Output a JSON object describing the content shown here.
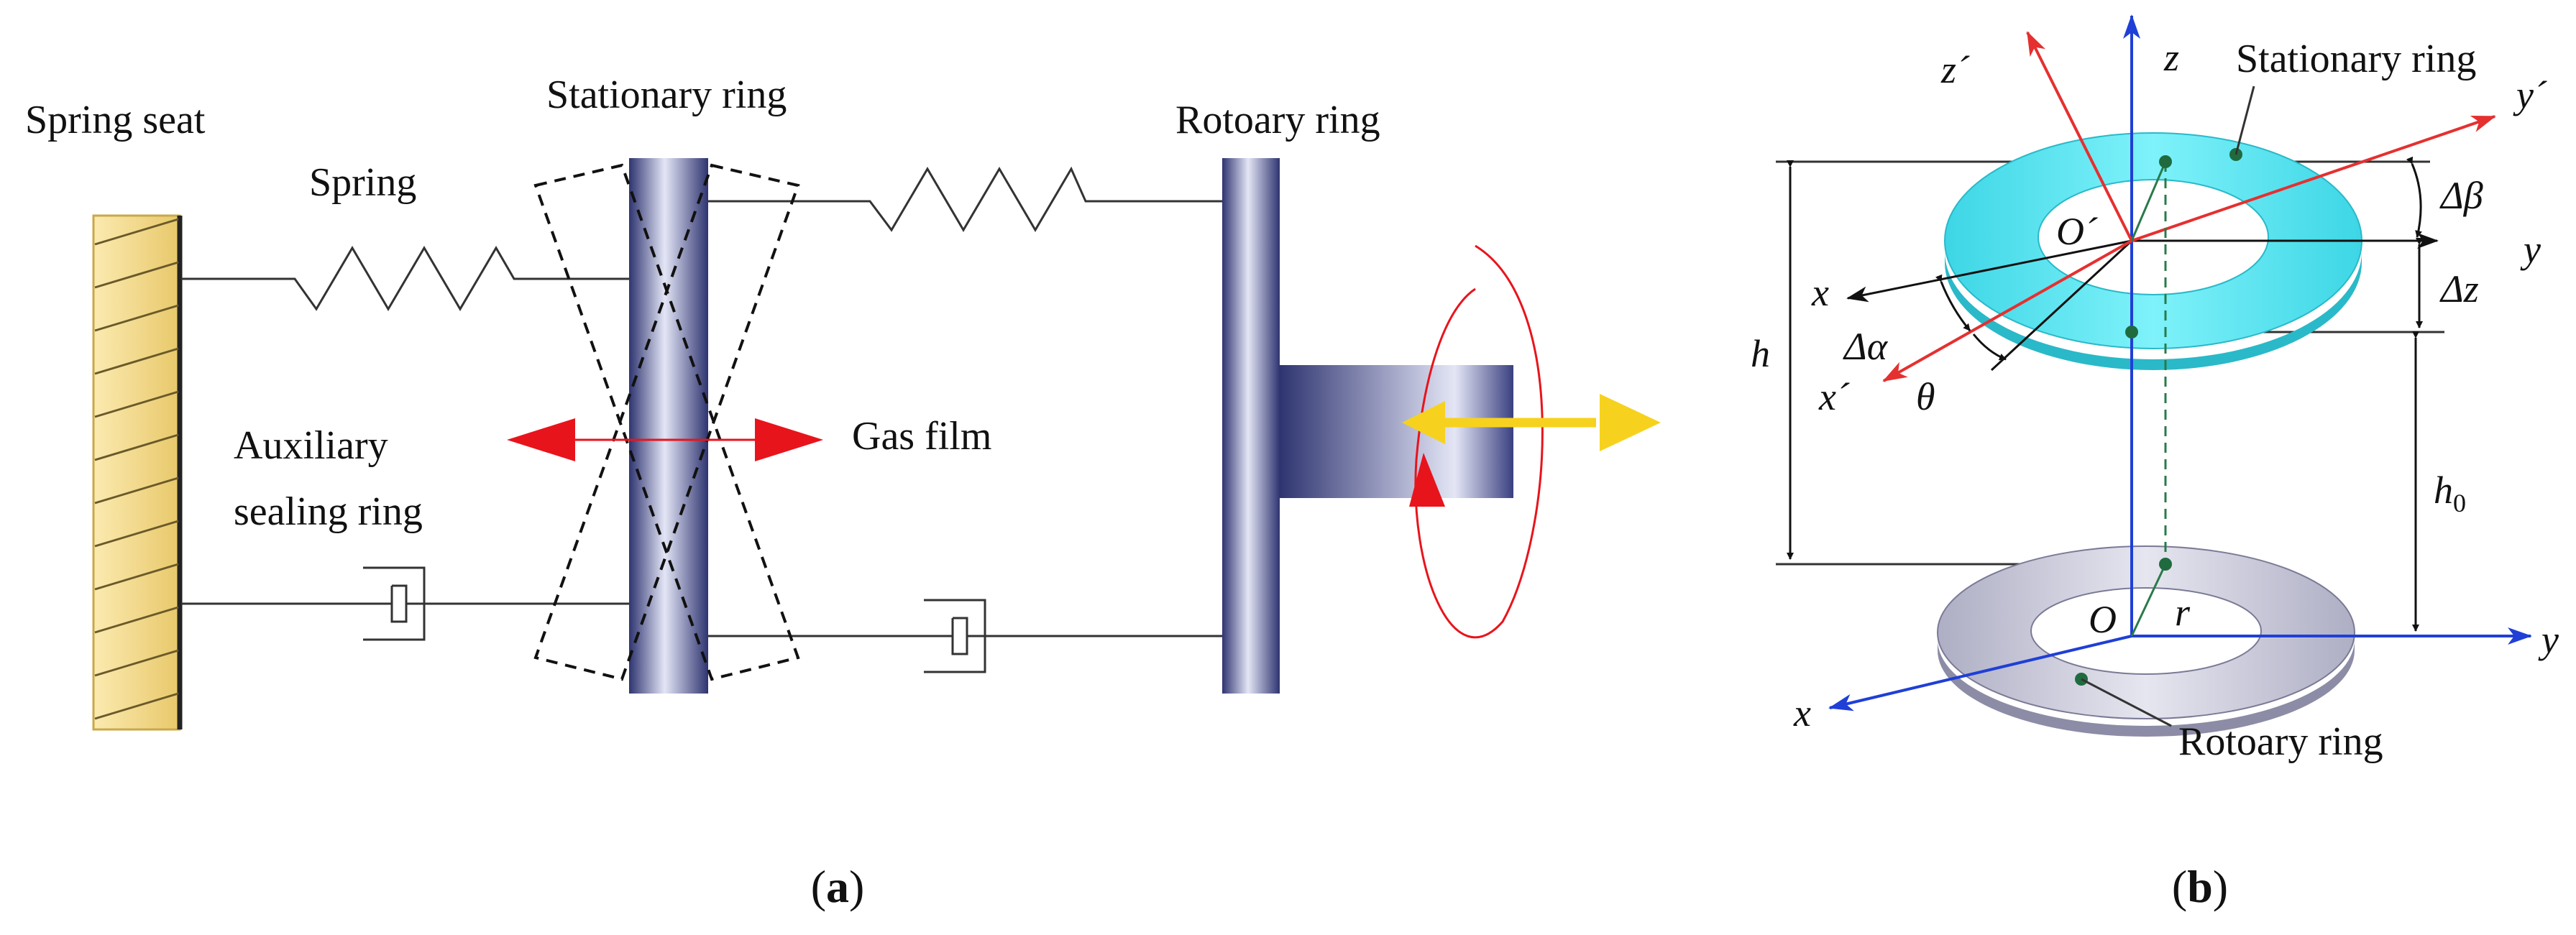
{
  "panel_a": {
    "spring_seat": "Spring seat",
    "spring": "Spring",
    "stationary_ring": "Stationary ring",
    "rotary_ring": "Rotoary ring",
    "auxiliary_line1": "Auxiliary",
    "auxiliary_line2": "sealing ring",
    "gas_film": "Gas film",
    "caption_open": "(",
    "caption_letter": "a",
    "caption_close": ")"
  },
  "panel_b": {
    "stationary_ring": "Stationary ring",
    "rotary_ring": "Rotoary ring",
    "z_prime": "z´",
    "z": "z",
    "y_prime": "y´",
    "y_top": "y",
    "y_bottom": "y",
    "x_top": "x",
    "x_prime": "x´",
    "x_bottom": "x",
    "o_prime": "O´",
    "o": "O",
    "delta_beta": "Δβ",
    "delta_z": "Δz",
    "delta_alpha": "Δα",
    "theta": "θ",
    "h": "h",
    "h0": "h",
    "h0_sub": "0",
    "r": "r",
    "caption_open": "(",
    "caption_letter": "b",
    "caption_close": ")"
  },
  "colors": {
    "seat": "#f2d88c",
    "ring_dark": "#2e3470",
    "ring_light": "#e4e6f6",
    "stationary_b": "#5fe9f4",
    "rotary_b": "#c9c9dc",
    "red_arrow": "#e8141c",
    "yellow_arrow": "#f6d21e",
    "blue_axis": "#1f3fd6",
    "red_axis": "#e53030",
    "dot": "#1f6b3f"
  }
}
